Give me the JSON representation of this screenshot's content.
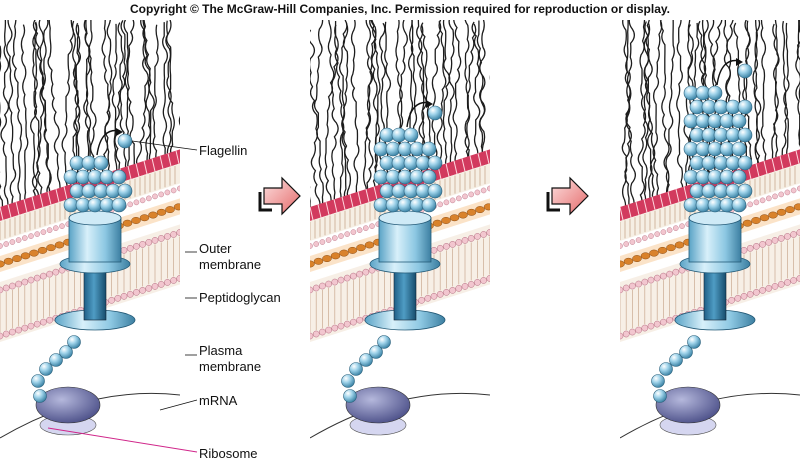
{
  "copyright": "Copyright © The McGraw-Hill Companies, Inc. Permission required for reproduction or display.",
  "labels": {
    "flagellin": "Flagellin",
    "outer_membrane": [
      "Outer",
      "membrane"
    ],
    "peptidoglycan": "Peptidoglycan",
    "plasma_membrane": [
      "Plasma",
      "membrane"
    ],
    "mrna": "mRNA",
    "ribosome": "Ribosome"
  },
  "panels": [
    {
      "stage": 1,
      "subunit_rows": 4
    },
    {
      "stage": 2,
      "subunit_rows": 6
    },
    {
      "stage": 3,
      "subunit_rows": 9
    }
  ],
  "colors": {
    "outer_leaflet": "#d23a5e",
    "peptidoglycan": "#d9822b",
    "lipid_head": "#f2c6cf",
    "lipid_tail": "#c9a98f",
    "basal_body": "#a9d6ea",
    "subunit": "#8fc9e6",
    "ribosome": "#6a6fa7",
    "arrow": "#ef8a8a",
    "ribosome_line": "#d0268a"
  },
  "icons": [
    "flow-arrow-icon",
    "export-arrow-icon"
  ]
}
